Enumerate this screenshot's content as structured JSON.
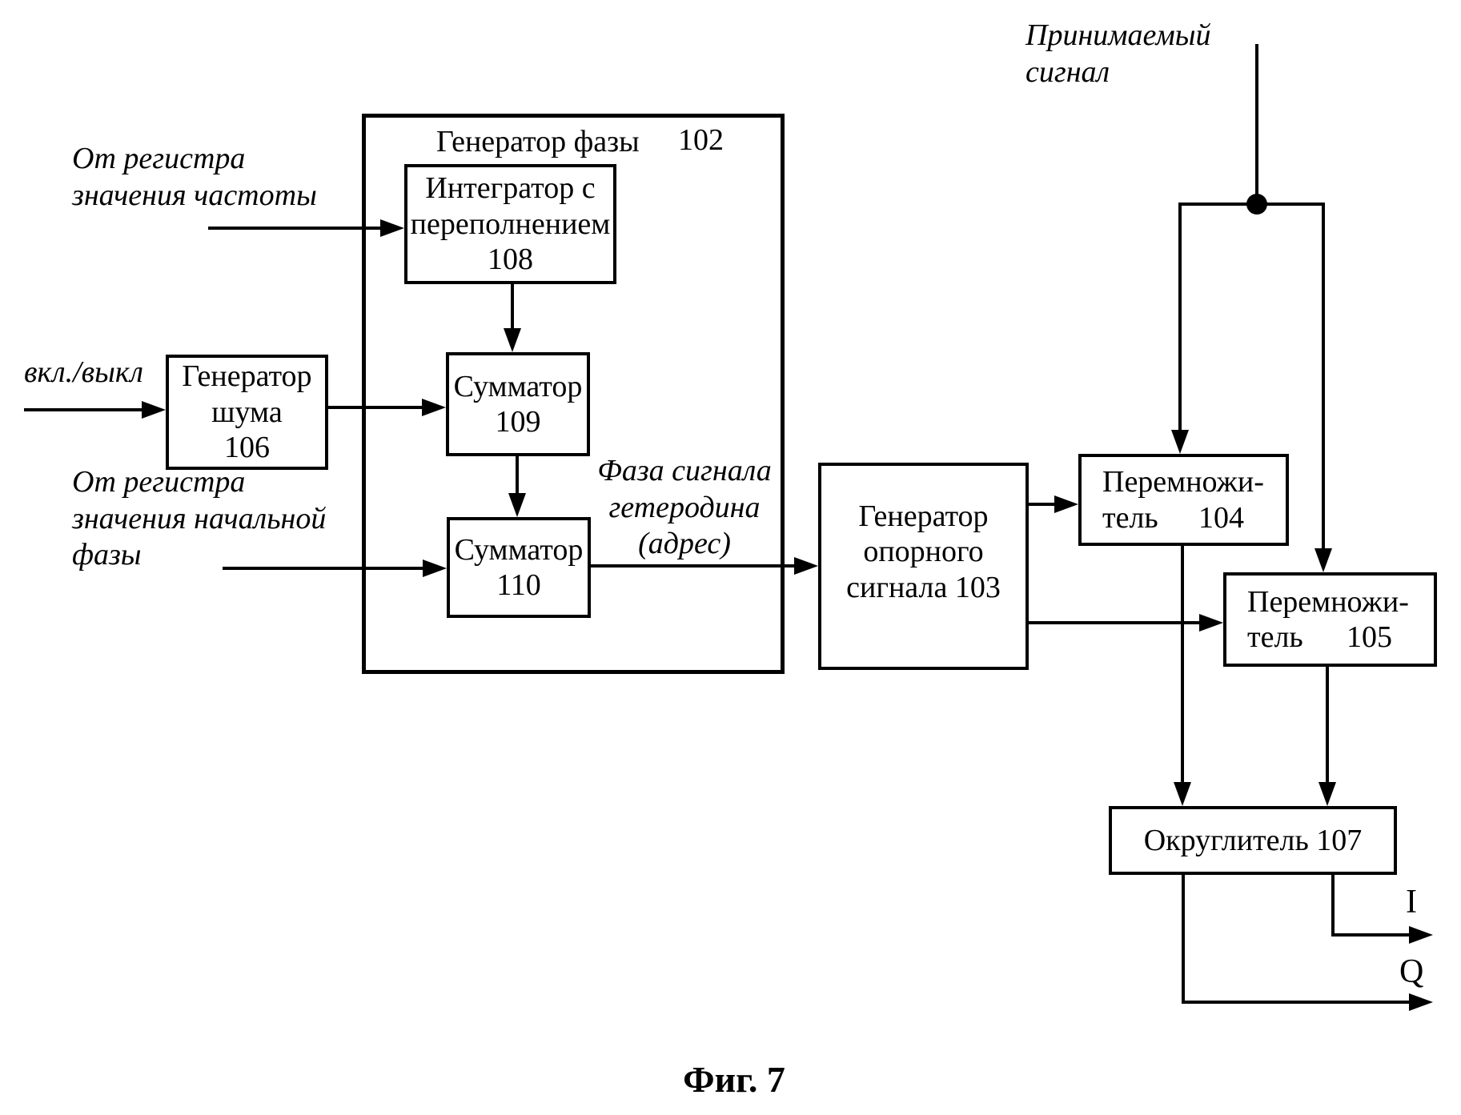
{
  "figure": {
    "caption": "Фиг. 7",
    "colors": {
      "line": "#000000",
      "background": "#ffffff"
    }
  },
  "annotations": {
    "received_signal": [
      "Принимаемый",
      "сигнал"
    ],
    "freq_register": [
      "От регистра",
      "значения частоты"
    ],
    "on_off": "вкл./выкл",
    "init_phase_register": [
      "От регистра",
      "значения начальной",
      "фазы"
    ],
    "heterodyne_phase": [
      "Фаза сигнала",
      "гетеродина",
      "(адрес)"
    ]
  },
  "blocks": {
    "phase_generator": {
      "title": "Генератор фазы",
      "number": "102"
    },
    "integrator_overflow": [
      "Интегратор с",
      "переполнением",
      "108"
    ],
    "noise_generator": [
      "Генератор",
      "шума",
      "106"
    ],
    "adder_109": [
      "Сумматор",
      "109"
    ],
    "adder_110": [
      "Сумматор",
      "110"
    ],
    "reference_generator": [
      "Генератор",
      "опорного",
      "сигнала 103"
    ],
    "multiplier_104": {
      "line1": "Перемножи-",
      "word": "тель",
      "number": "104"
    },
    "multiplier_105": {
      "line1": "Перемножи-",
      "word": "тель",
      "number": "105"
    },
    "rounder": {
      "label": "Округлитель 107"
    }
  },
  "outputs": {
    "i": "I",
    "q": "Q"
  }
}
